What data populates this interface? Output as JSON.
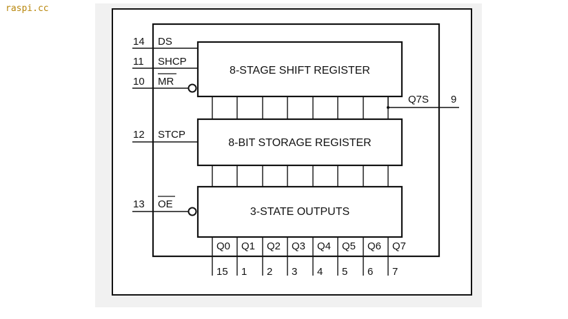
{
  "watermark": "raspi.cc",
  "blocks": {
    "shift_register": "8-STAGE SHIFT REGISTER",
    "storage_register": "8-BIT STORAGE REGISTER",
    "outputs": "3-STATE OUTPUTS"
  },
  "inputs": [
    {
      "pin": "14",
      "name": "DS",
      "overline": false
    },
    {
      "pin": "11",
      "name": "SHCP",
      "overline": false
    },
    {
      "pin": "10",
      "name": "MR",
      "overline": true
    },
    {
      "pin": "12",
      "name": "STCP",
      "overline": false
    },
    {
      "pin": "13",
      "name": "OE",
      "overline": true
    }
  ],
  "serial_output": {
    "name": "Q7S",
    "pin": "9"
  },
  "outputs": [
    {
      "name": "Q0",
      "pin": "15"
    },
    {
      "name": "Q1",
      "pin": "1"
    },
    {
      "name": "Q2",
      "pin": "2"
    },
    {
      "name": "Q3",
      "pin": "3"
    },
    {
      "name": "Q4",
      "pin": "4"
    },
    {
      "name": "Q5",
      "pin": "5"
    },
    {
      "name": "Q6",
      "pin": "6"
    },
    {
      "name": "Q7",
      "pin": "7"
    }
  ]
}
